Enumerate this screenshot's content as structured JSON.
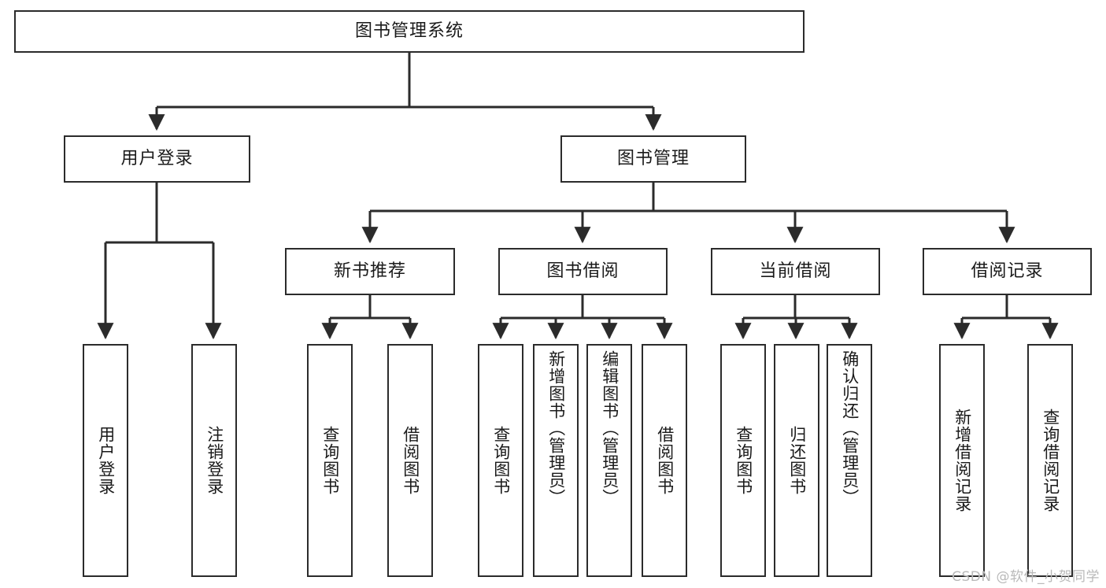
{
  "diagram": {
    "type": "tree-hierarchy-chart",
    "title": "图书管理系统",
    "watermark": "CSDN @软件_小贺同学",
    "colors": {
      "stroke": "#2b2b2b",
      "fill": "#ffffff",
      "text": "#1a1a1a",
      "watermark": "#b9b9b9"
    },
    "root": {
      "label": "图书管理系统",
      "children": [
        {
          "label": "用户登录",
          "children": [
            {
              "label": "用户登录"
            },
            {
              "label": "注销登录"
            }
          ]
        },
        {
          "label": "图书管理",
          "children": [
            {
              "label": "新书推荐",
              "children": [
                {
                  "label": "查询图书"
                },
                {
                  "label": "借阅图书"
                }
              ]
            },
            {
              "label": "图书借阅",
              "children": [
                {
                  "label": "查询图书"
                },
                {
                  "label": "新增图书（管理员）"
                },
                {
                  "label": "编辑图书（管理员）"
                },
                {
                  "label": "借阅图书"
                }
              ]
            },
            {
              "label": "当前借阅",
              "children": [
                {
                  "label": "查询图书"
                },
                {
                  "label": "归还图书"
                },
                {
                  "label": "确认归还（管理员）"
                }
              ]
            },
            {
              "label": "借阅记录",
              "children": [
                {
                  "label": "新增借阅记录"
                },
                {
                  "label": "查询借阅记录"
                }
              ]
            }
          ]
        }
      ]
    },
    "nodes": {
      "root": {
        "label": "图书管理系统"
      },
      "l2": [
        {
          "label": "用户登录"
        },
        {
          "label": "图书管理"
        }
      ],
      "l3": [
        {
          "label": "新书推荐"
        },
        {
          "label": "图书借阅"
        },
        {
          "label": "当前借阅"
        },
        {
          "label": "借阅记录"
        }
      ],
      "leaves_user": [
        {
          "label": "用户登录"
        },
        {
          "label": "注销登录"
        }
      ],
      "leaves_newbook": [
        {
          "label": "查询图书"
        },
        {
          "label": "借阅图书"
        }
      ],
      "leaves_borrow": [
        {
          "label": "查询图书"
        },
        {
          "label": "新增图书（管理员）"
        },
        {
          "label": "编辑图书（管理员）"
        },
        {
          "label": "借阅图书"
        }
      ],
      "leaves_current": [
        {
          "label": "查询图书"
        },
        {
          "label": "归还图书"
        },
        {
          "label": "确认归还（管理员）"
        }
      ],
      "leaves_record": [
        {
          "label": "新增借阅记录"
        },
        {
          "label": "查询借阅记录"
        }
      ]
    }
  }
}
